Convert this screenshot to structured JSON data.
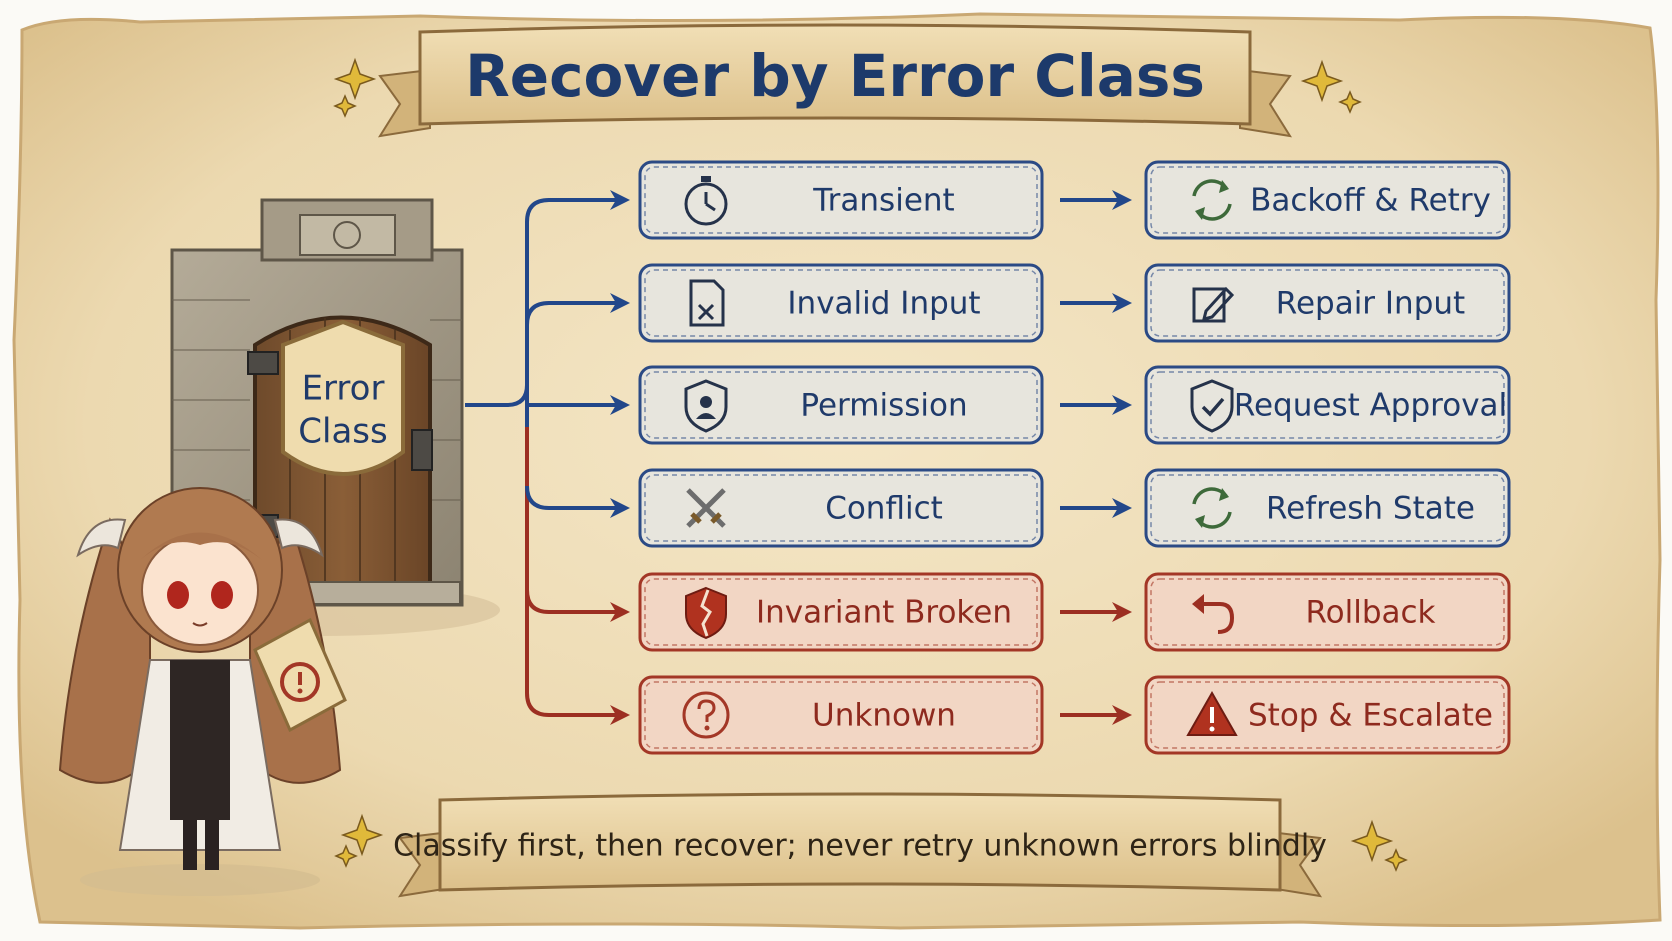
{
  "title": "Recover by Error Class",
  "source": {
    "line1": "Error",
    "line2": "Class"
  },
  "footer": "Classify first, then recover; never retry unknown errors blindly",
  "colors": {
    "parchment": "#efdfbb",
    "blue_border": "#2b4a85",
    "blue_fill": "#e7e5dd",
    "red_border": "#a33726",
    "red_fill": "#f2d6c4",
    "blue_arrow": "#22478a",
    "red_arrow": "#9c2f22"
  },
  "rows": [
    {
      "error": "Transient",
      "action": "Backoff & Retry",
      "tone": "blue",
      "error_icon": "stopwatch-icon",
      "action_icon": "refresh-cycle-icon"
    },
    {
      "error": "Invalid Input",
      "action": "Repair Input",
      "tone": "blue",
      "error_icon": "document-x-icon",
      "action_icon": "edit-pencil-icon"
    },
    {
      "error": "Permission",
      "action": "Request Approval",
      "tone": "blue",
      "error_icon": "shield-user-icon",
      "action_icon": "shield-check-icon"
    },
    {
      "error": "Conflict",
      "action": "Refresh State",
      "tone": "blue",
      "error_icon": "crossed-swords-icon",
      "action_icon": "refresh-cycle-icon"
    },
    {
      "error": "Invariant Broken",
      "action": "Rollback",
      "tone": "red",
      "error_icon": "broken-shield-icon",
      "action_icon": "undo-arrow-icon"
    },
    {
      "error": "Unknown",
      "action": "Stop & Escalate",
      "tone": "red",
      "error_icon": "question-circle-icon",
      "action_icon": "warning-triangle-icon"
    }
  ]
}
